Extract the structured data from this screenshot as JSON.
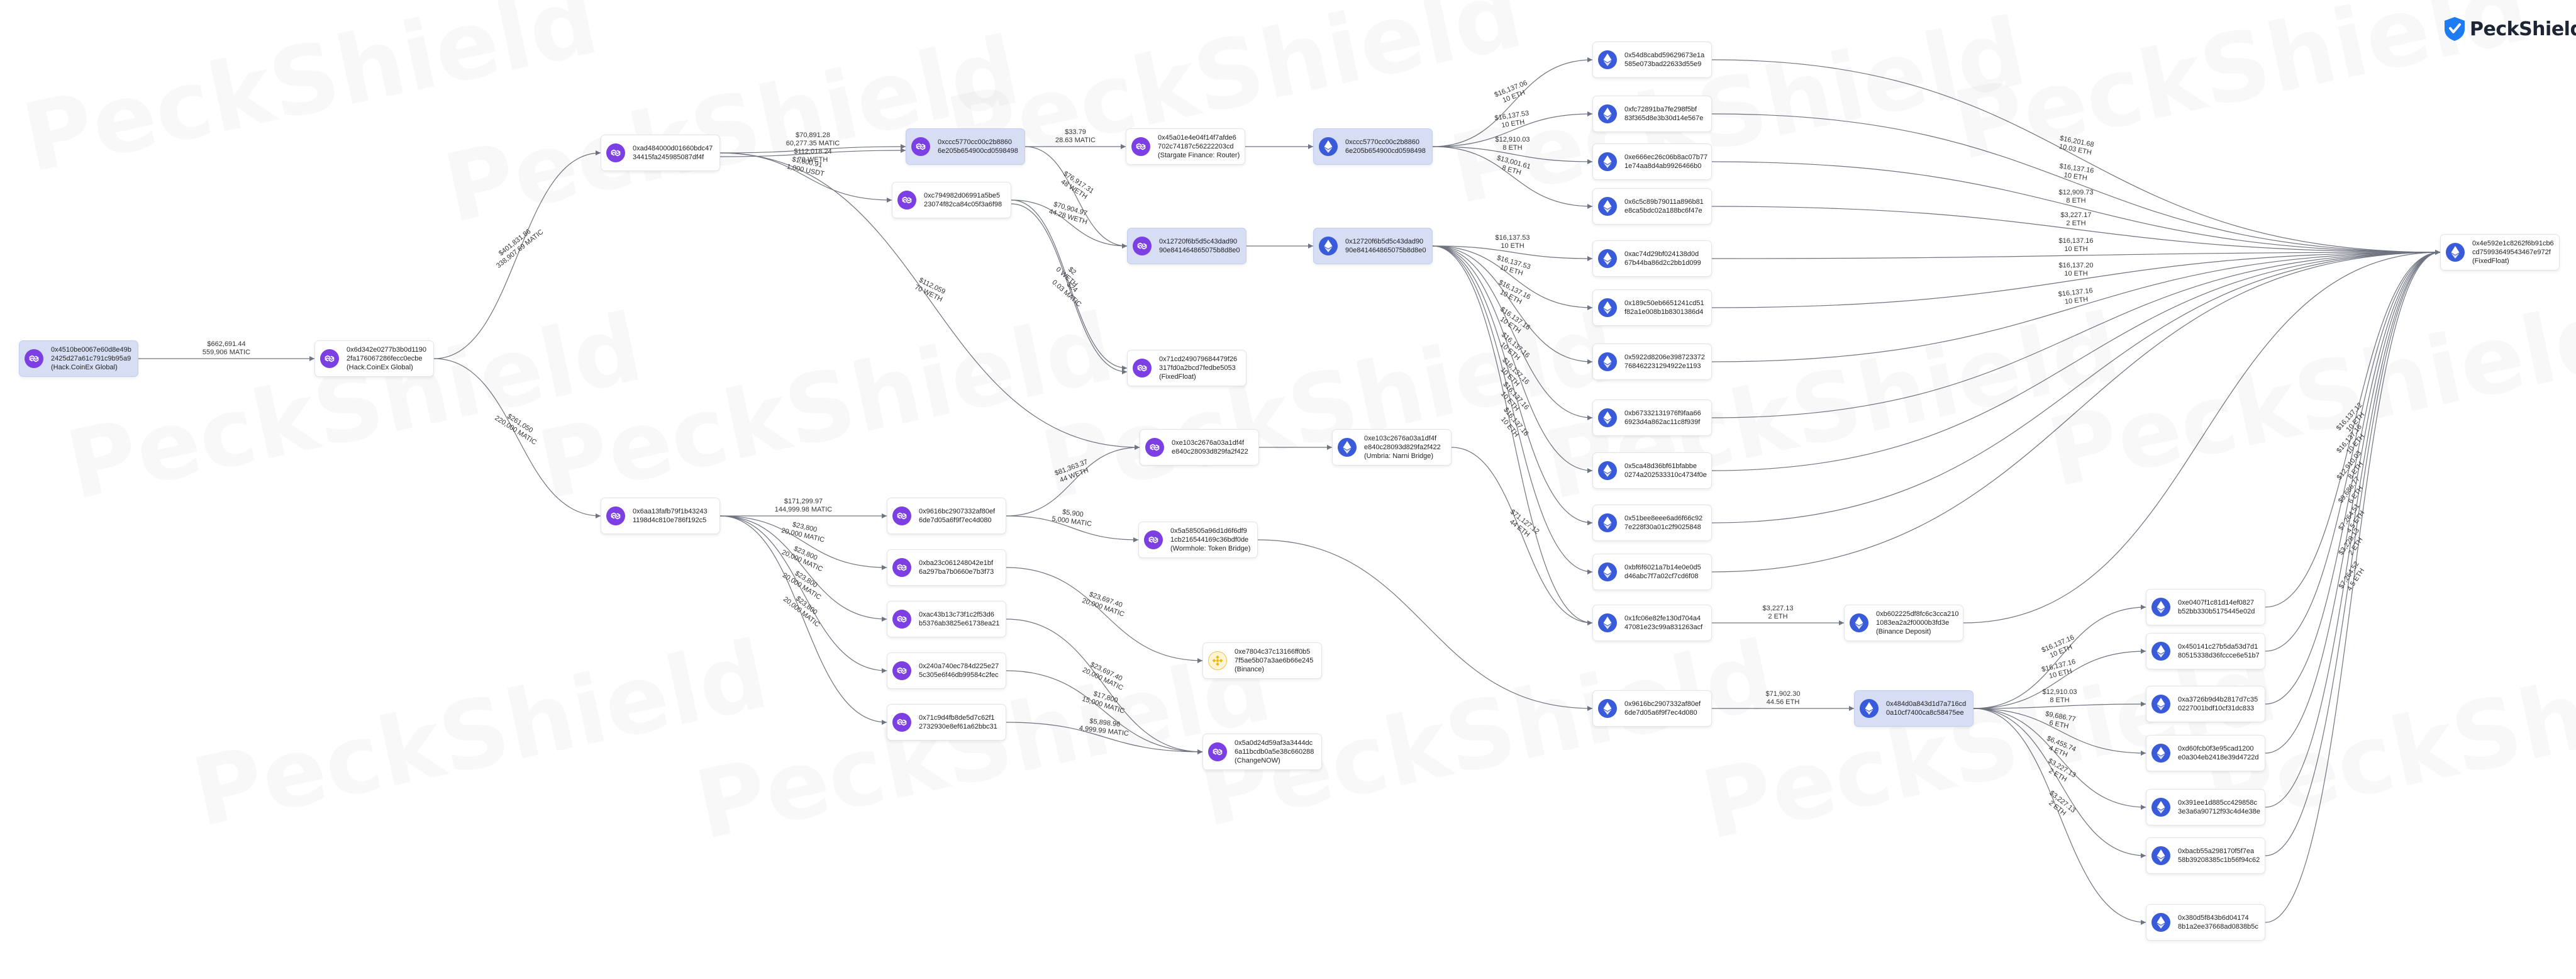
{
  "brand": {
    "name": "PeckShield",
    "watermark": "PeckShield",
    "accent": "#1d7cf2"
  },
  "nodes": [
    {
      "id": "n0",
      "lines": [
        "0x4510be0067e60d8e49b",
        "2425d27a61c791c9b95a9",
        "(Hack.CoinEx Global)"
      ],
      "chain": "polygon",
      "highlight": true
    },
    {
      "id": "n1",
      "lines": [
        "0x6d342e0277b3b0d1190",
        "2fa176067286fecc0ecbe",
        "(Hack.CoinEx Global)"
      ],
      "chain": "polygon",
      "highlight": false
    },
    {
      "id": "n2",
      "lines": [
        "0xad484000d01660bdc47",
        "34415fa245985087df4f"
      ],
      "chain": "polygon",
      "highlight": false
    },
    {
      "id": "n3",
      "lines": [
        "0x6aa13fafb79f1b43243",
        "1198d4c810e786f192c5"
      ],
      "chain": "polygon",
      "highlight": false
    },
    {
      "id": "n4",
      "lines": [
        "0xccc5770cc00c2b8860",
        "6e205b654900cd0598498"
      ],
      "chain": "polygon",
      "highlight": true
    },
    {
      "id": "n5",
      "lines": [
        "0xc794982d06991a5be5",
        "23074f82ca84c05f3a6f98"
      ],
      "chain": "polygon",
      "highlight": false
    },
    {
      "id": "n6",
      "lines": [
        "0x45a01e4e04f14f7afde6",
        "702c74187c56222203cd",
        "(Stargate Finance: Router)"
      ],
      "chain": "polygon",
      "highlight": false
    },
    {
      "id": "n7",
      "lines": [
        "0x12720f6b5d5c43dad90",
        "90e841464865075b8d8e0"
      ],
      "chain": "polygon",
      "highlight": true
    },
    {
      "id": "n8",
      "lines": [
        "0x71cd249079684479f26",
        "317fd0a2bcd7fedbe5053",
        "(FixedFloat)"
      ],
      "chain": "polygon",
      "highlight": false
    },
    {
      "id": "n9",
      "lines": [
        "0xe103c2676a03a1df4f",
        "e840c28093d829fa2f422"
      ],
      "chain": "polygon",
      "highlight": false
    },
    {
      "id": "n10",
      "lines": [
        "0x9616bc2907332af80ef",
        "6de7d05a6f9f7ec4d080"
      ],
      "chain": "polygon",
      "highlight": false
    },
    {
      "id": "n11",
      "lines": [
        "0xba23c061248042e1bf",
        "6a297ba7b0660e7b3f73"
      ],
      "chain": "polygon",
      "highlight": false
    },
    {
      "id": "n12",
      "lines": [
        "0xac43b13c73f1c2f53d6",
        "b5376ab3825e61738ea21"
      ],
      "chain": "polygon",
      "highlight": false
    },
    {
      "id": "n13",
      "lines": [
        "0x240a740ec784d225e27",
        "5c305e6f46db99584c2fec"
      ],
      "chain": "polygon",
      "highlight": false
    },
    {
      "id": "n14",
      "lines": [
        "0x71c9d4fb8de5d7c62f1",
        "2732930e8ef61a62bbc31"
      ],
      "chain": "polygon",
      "highlight": false
    },
    {
      "id": "n15",
      "lines": [
        "0x5a58505a96d1d6f6df9",
        "1cb216544169c36bdf0de",
        "(Wormhole: Token Bridge)"
      ],
      "chain": "polygon",
      "highlight": false
    },
    {
      "id": "n16",
      "lines": [
        "0xe7804c37c13166ff0b5",
        "7f5ae5b07a3ae6b66e245",
        "(Binance)"
      ],
      "chain": "bnb",
      "highlight": false
    },
    {
      "id": "n17",
      "lines": [
        "0x5a0d24d59af3a3444dc",
        "6a11bcdb0a5e38c660288",
        "(ChangeNOW)"
      ],
      "chain": "polygon",
      "highlight": false
    },
    {
      "id": "n18",
      "lines": [
        "0xccc5770cc00c2b8860",
        "6e205b654900cd0598498"
      ],
      "chain": "eth",
      "highlight": true
    },
    {
      "id": "n19",
      "lines": [
        "0x12720f6b5d5c43dad90",
        "90e841464865075b8d8e0"
      ],
      "chain": "eth",
      "highlight": true
    },
    {
      "id": "n20",
      "lines": [
        "0xe103c2676a03a1df4f",
        "e840c28093d829fa2f422",
        "(Umbria: Narni Bridge)"
      ],
      "chain": "eth",
      "highlight": false
    },
    {
      "id": "n21",
      "lines": [
        "0x54d8cabd59629673e1a",
        "585e073bad22633d55e9"
      ],
      "chain": "eth",
      "highlight": false
    },
    {
      "id": "n22",
      "lines": [
        "0xfc72891ba7fe298f5bf",
        "83f365d8e3b30d14e567e"
      ],
      "chain": "eth",
      "highlight": false
    },
    {
      "id": "n23",
      "lines": [
        "0xe666ec26c06b8ac07b77",
        "1e74aa8d4ab9926466b0"
      ],
      "chain": "eth",
      "highlight": false
    },
    {
      "id": "n24",
      "lines": [
        "0x6c5c89b79011a896b81",
        "e8ca5bdc02a188bc6f47e"
      ],
      "chain": "eth",
      "highlight": false
    },
    {
      "id": "n25",
      "lines": [
        "0xac74d29bf024138d0d",
        "67b44ba86d2c2bb1d099"
      ],
      "chain": "eth",
      "highlight": false
    },
    {
      "id": "n26",
      "lines": [
        "0x189c50eb6651241cd51",
        "f82a1e008b1b8301386d4"
      ],
      "chain": "eth",
      "highlight": false
    },
    {
      "id": "n27",
      "lines": [
        "0x5922d8206e398723372",
        "768462231294922e1193"
      ],
      "chain": "eth",
      "highlight": false
    },
    {
      "id": "n28",
      "lines": [
        "0xb67332131976f9faa66",
        "6923d4a862ac11c8f939f"
      ],
      "chain": "eth",
      "highlight": false
    },
    {
      "id": "n29",
      "lines": [
        "0x5ca48d36bf61bfabbe",
        "0274a202533310c4734f0e"
      ],
      "chain": "eth",
      "highlight": false
    },
    {
      "id": "n30",
      "lines": [
        "0x51bee8eee6ad6f66c92",
        "7e228f30a01c2f9025848"
      ],
      "chain": "eth",
      "highlight": false
    },
    {
      "id": "n31",
      "lines": [
        "0xbf6f6021a7b14e0e0d5",
        "d46abc7f7a02cf7cd6f08"
      ],
      "chain": "eth",
      "highlight": false
    },
    {
      "id": "n32",
      "lines": [
        "0x1fc06e82fe130d704a4",
        "47081e23c99a831263acf"
      ],
      "chain": "eth",
      "highlight": false
    },
    {
      "id": "n33",
      "lines": [
        "0x9616bc2907332af80ef",
        "6de7d05a6f9f7ec4d080"
      ],
      "chain": "eth",
      "highlight": false
    },
    {
      "id": "n34",
      "lines": [
        "0xb602225df8fc6c3cca210",
        "1083ea2a2f0000b3fd3e",
        "(Binance Deposit)"
      ],
      "chain": "eth",
      "highlight": false
    },
    {
      "id": "n35",
      "lines": [
        "0x484d0a843d1d7a716cd",
        "0a10cf7400ca8c58475ee"
      ],
      "chain": "eth",
      "highlight": true
    },
    {
      "id": "n36",
      "lines": [
        "0xe0407f1c81d14ef0827",
        "b52bb330b5175445e02d"
      ],
      "chain": "eth",
      "highlight": false
    },
    {
      "id": "n37",
      "lines": [
        "0x450141c27b5da53d7d1",
        "80515338d36fccce6e51b7"
      ],
      "chain": "eth",
      "highlight": false
    },
    {
      "id": "n38",
      "lines": [
        "0xa3726b9d4b2817d7c35",
        "0227001bdf10cf31dc833"
      ],
      "chain": "eth",
      "highlight": false
    },
    {
      "id": "n39",
      "lines": [
        "0xd60fcb0f3e95cad1200",
        "e0a304eb2418e39d4722d"
      ],
      "chain": "eth",
      "highlight": false
    },
    {
      "id": "n40",
      "lines": [
        "0x391ee1d885cc429858c",
        "3e3a6a90712f93c4d4e38e"
      ],
      "chain": "eth",
      "highlight": false
    },
    {
      "id": "n41",
      "lines": [
        "0xbacb55a298170f5f7ea",
        "58b39208385c1b56f94c62"
      ],
      "chain": "eth",
      "highlight": false
    },
    {
      "id": "n42",
      "lines": [
        "0x380d5f843b6d04174",
        "8b1a2ee37668ad0838b5c"
      ],
      "chain": "eth",
      "highlight": false
    },
    {
      "id": "n43",
      "lines": [
        "0x4e592e1c8262f6b91cb6",
        "cd75993649543467e972f",
        "(FixedFloat)"
      ],
      "chain": "eth",
      "highlight": false
    }
  ],
  "edges": [
    {
      "from": "n0",
      "to": "n1",
      "label": [
        "$662,691.44",
        "559,906 MATIC"
      ]
    },
    {
      "from": "n1",
      "to": "n2",
      "label": [
        "$401,831.86",
        "338,907.69 MATIC"
      ]
    },
    {
      "from": "n1",
      "to": "n3",
      "label": [
        "$261,050",
        "220,000 MATIC"
      ]
    },
    {
      "from": "n2",
      "to": "n4",
      "label": [
        "$70,891.28",
        "60,277.35 MATIC"
      ]
    },
    {
      "from": "n2",
      "to": "n4",
      "label": [
        "$112,018.24",
        "70 WETH"
      ]
    },
    {
      "from": "n2",
      "to": "n5",
      "label": [
        "$1,600.91",
        "1,000 USDT"
      ]
    },
    {
      "from": "n2",
      "to": "n9",
      "label": [
        "$112,059",
        "70 WETH"
      ]
    },
    {
      "from": "n4",
      "to": "n6",
      "label": [
        "$33.79",
        "28.63 MATIC"
      ]
    },
    {
      "from": "n4",
      "to": "n7",
      "label": [
        "$76,917.31",
        "48 WETH"
      ]
    },
    {
      "from": "n5",
      "to": "n7",
      "label": [
        "$70,904.97",
        "44.28 WETH"
      ]
    },
    {
      "from": "n5",
      "to": "n8",
      "label": [
        "$2",
        "0 WETH"
      ]
    },
    {
      "from": "n5",
      "to": "n8",
      "label": [
        "$24",
        "0.03 MATIC"
      ]
    },
    {
      "from": "n6",
      "to": "n18",
      "label": []
    },
    {
      "from": "n7",
      "to": "n19",
      "label": []
    },
    {
      "from": "n9",
      "to": "n20",
      "label": []
    },
    {
      "from": "n3",
      "to": "n10",
      "label": [
        "$171,299.97",
        "144,999.98 MATIC"
      ]
    },
    {
      "from": "n3",
      "to": "n11",
      "label": [
        "$23,800",
        "20,000 MATIC"
      ]
    },
    {
      "from": "n3",
      "to": "n12",
      "label": [
        "$23,800",
        "20,000 MATIC"
      ]
    },
    {
      "from": "n3",
      "to": "n13",
      "label": [
        "$23,800",
        "20,000 MATIC"
      ]
    },
    {
      "from": "n3",
      "to": "n14",
      "label": [
        "$23,800",
        "20,000 MATIC"
      ]
    },
    {
      "from": "n10",
      "to": "n9",
      "label": [
        "$81,363.37",
        "44 WETH"
      ]
    },
    {
      "from": "n10",
      "to": "n15",
      "label": [
        "$5,900",
        "5,000 MATIC"
      ]
    },
    {
      "from": "n11",
      "to": "n16",
      "label": [
        "$23,697.40",
        "20,000 MATIC"
      ]
    },
    {
      "from": "n12",
      "to": "n17",
      "label": [
        "$23,697.40",
        "20,000 MATIC"
      ]
    },
    {
      "from": "n13",
      "to": "n17",
      "label": [
        "$17,800",
        "15,000 MATIC"
      ]
    },
    {
      "from": "n14",
      "to": "n17",
      "label": [
        "$5,898.96",
        "4,999.99 MATIC"
      ]
    },
    {
      "from": "n15",
      "to": "n33",
      "label": []
    },
    {
      "from": "n18",
      "to": "n21",
      "label": [
        "$16,137.06",
        "10 ETH"
      ]
    },
    {
      "from": "n18",
      "to": "n22",
      "label": [
        "$16,137.53",
        "10 ETH"
      ]
    },
    {
      "from": "n18",
      "to": "n23",
      "label": [
        "$12,910.03",
        "8 ETH"
      ]
    },
    {
      "from": "n18",
      "to": "n24",
      "label": [
        "$13,001.61",
        "8 ETH"
      ]
    },
    {
      "from": "n19",
      "to": "n25",
      "label": [
        "$16,137.53",
        "10 ETH"
      ]
    },
    {
      "from": "n19",
      "to": "n26",
      "label": [
        "$16,137.53",
        "10 ETH"
      ]
    },
    {
      "from": "n19",
      "to": "n27",
      "label": [
        "$16,137.16",
        "10 ETH"
      ]
    },
    {
      "from": "n19",
      "to": "n28",
      "label": [
        "$16,137.16",
        "10 ETH"
      ]
    },
    {
      "from": "n19",
      "to": "n29",
      "label": [
        "$16,137.16",
        "10 ETH"
      ]
    },
    {
      "from": "n19",
      "to": "n30",
      "label": [
        "$16,137.16",
        "10 ETH"
      ]
    },
    {
      "from": "n19",
      "to": "n31",
      "label": [
        "$16,137.16",
        "10 ETH"
      ]
    },
    {
      "from": "n19",
      "to": "n32",
      "label": [
        "$16,137.16",
        "10 ETH"
      ]
    },
    {
      "from": "n20",
      "to": "n32",
      "label": [
        "$71,127.12",
        "44 ETH"
      ]
    },
    {
      "from": "n32",
      "to": "n34",
      "label": [
        "$3,227.13",
        "2 ETH"
      ]
    },
    {
      "from": "n33",
      "to": "n35",
      "label": [
        "$71,902.30",
        "44.56 ETH"
      ]
    },
    {
      "from": "n35",
      "to": "n36",
      "label": [
        "$16,137.16",
        "10 ETH"
      ]
    },
    {
      "from": "n35",
      "to": "n37",
      "label": [
        "$16,137.16",
        "10 ETH"
      ]
    },
    {
      "from": "n35",
      "to": "n38",
      "label": [
        "$12,910.03",
        "8 ETH"
      ]
    },
    {
      "from": "n35",
      "to": "n39",
      "label": [
        "$9,686.77",
        "6 ETH"
      ]
    },
    {
      "from": "n35",
      "to": "n40",
      "label": [
        "$6,455.74",
        "4 ETH"
      ]
    },
    {
      "from": "n35",
      "to": "n41",
      "label": [
        "$3,227.13",
        "2 ETH"
      ]
    },
    {
      "from": "n35",
      "to": "n42",
      "label": [
        "$3,227.13",
        "2 ETH"
      ]
    },
    {
      "from": "n21",
      "to": "n43",
      "label": [
        "$16,201.68",
        "10.03 ETH"
      ]
    },
    {
      "from": "n22",
      "to": "n43",
      "label": [
        "$16,137.16",
        "10 ETH"
      ]
    },
    {
      "from": "n23",
      "to": "n43",
      "label": [
        "$12,909.73",
        "8 ETH"
      ]
    },
    {
      "from": "n24",
      "to": "n43",
      "label": [
        "$3,227.17",
        "2 ETH"
      ]
    },
    {
      "from": "n25",
      "to": "n43",
      "label": [
        "$16,137.16",
        "10 ETH"
      ]
    },
    {
      "from": "n26",
      "to": "n43",
      "label": [
        "$16,137.20",
        "10 ETH"
      ]
    },
    {
      "from": "n27",
      "to": "n43",
      "label": [
        "$16,137.16",
        "10 ETH"
      ]
    },
    {
      "from": "n28",
      "to": "n43",
      "label": []
    },
    {
      "from": "n29",
      "to": "n43",
      "label": []
    },
    {
      "from": "n30",
      "to": "n43",
      "label": []
    },
    {
      "from": "n31",
      "to": "n43",
      "label": []
    },
    {
      "from": "n34",
      "to": "n43",
      "label": []
    },
    {
      "from": "n36",
      "to": "n43",
      "label": [
        "$16,137.12",
        "10 ETH"
      ]
    },
    {
      "from": "n37",
      "to": "n43",
      "label": [
        "$16,137.16",
        "10 ETH"
      ]
    },
    {
      "from": "n38",
      "to": "n43",
      "label": [
        "$12,910.03",
        "8 ETH"
      ]
    },
    {
      "from": "n39",
      "to": "n43",
      "label": [
        "$9,686.77",
        "6 ETH"
      ]
    },
    {
      "from": "n40",
      "to": "n43",
      "label": [
        "$7,264.51",
        "4.5 ETH"
      ]
    },
    {
      "from": "n41",
      "to": "n43",
      "label": [
        "$3,228.13",
        "2 ETH"
      ]
    },
    {
      "from": "n42",
      "to": "n43",
      "label": [
        "$7,264.52",
        "4.5 ETH"
      ]
    }
  ]
}
